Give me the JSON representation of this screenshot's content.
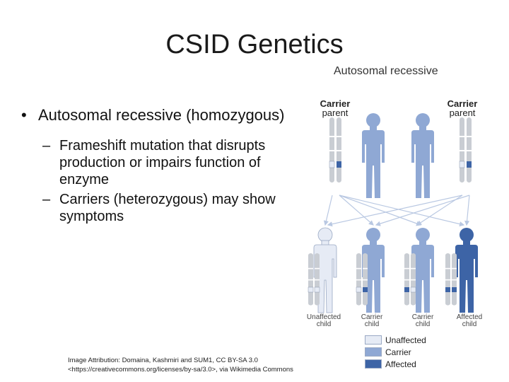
{
  "slide": {
    "title": "CSID Genetics",
    "bullets": [
      {
        "text": "Autosomal recessive (homozygous)",
        "marker": "•"
      },
      {
        "text": "Frameshift mutation that disrupts production or impairs function of enzyme",
        "marker": "–"
      },
      {
        "text": "Carriers (heterozygous) may show symptoms",
        "marker": "–"
      }
    ],
    "attribution": "Image Attribution: Domaina, Kashmiri and SUM1, CC BY-SA 3.0 <https://creativecommons.org/licenses/by-sa/3.0>, via Wikimedia Commons"
  },
  "figure": {
    "title": "Autosomal recessive",
    "parents": [
      {
        "line1": "Carrier",
        "line2": "parent"
      },
      {
        "line1": "Carrier",
        "line2": "parent"
      }
    ],
    "children": [
      {
        "line1": "Unaffected",
        "line2": "child"
      },
      {
        "line1": "Carrier",
        "line2": "child"
      },
      {
        "line1": "Carrier",
        "line2": "child"
      },
      {
        "line1": "Affected",
        "line2": "child"
      }
    ],
    "legend": [
      {
        "label": "Unaffected",
        "color": "#e6ebf5"
      },
      {
        "label": "Carrier",
        "color": "#8fa8d4"
      },
      {
        "label": "Affected",
        "color": "#3d64a6"
      }
    ],
    "colors": {
      "unaffected": "#e6ebf5",
      "carrier": "#8fa8d4",
      "affected": "#3d64a6",
      "chromosome": "#c9cdd3",
      "arrow": "#b9c8e2"
    }
  }
}
